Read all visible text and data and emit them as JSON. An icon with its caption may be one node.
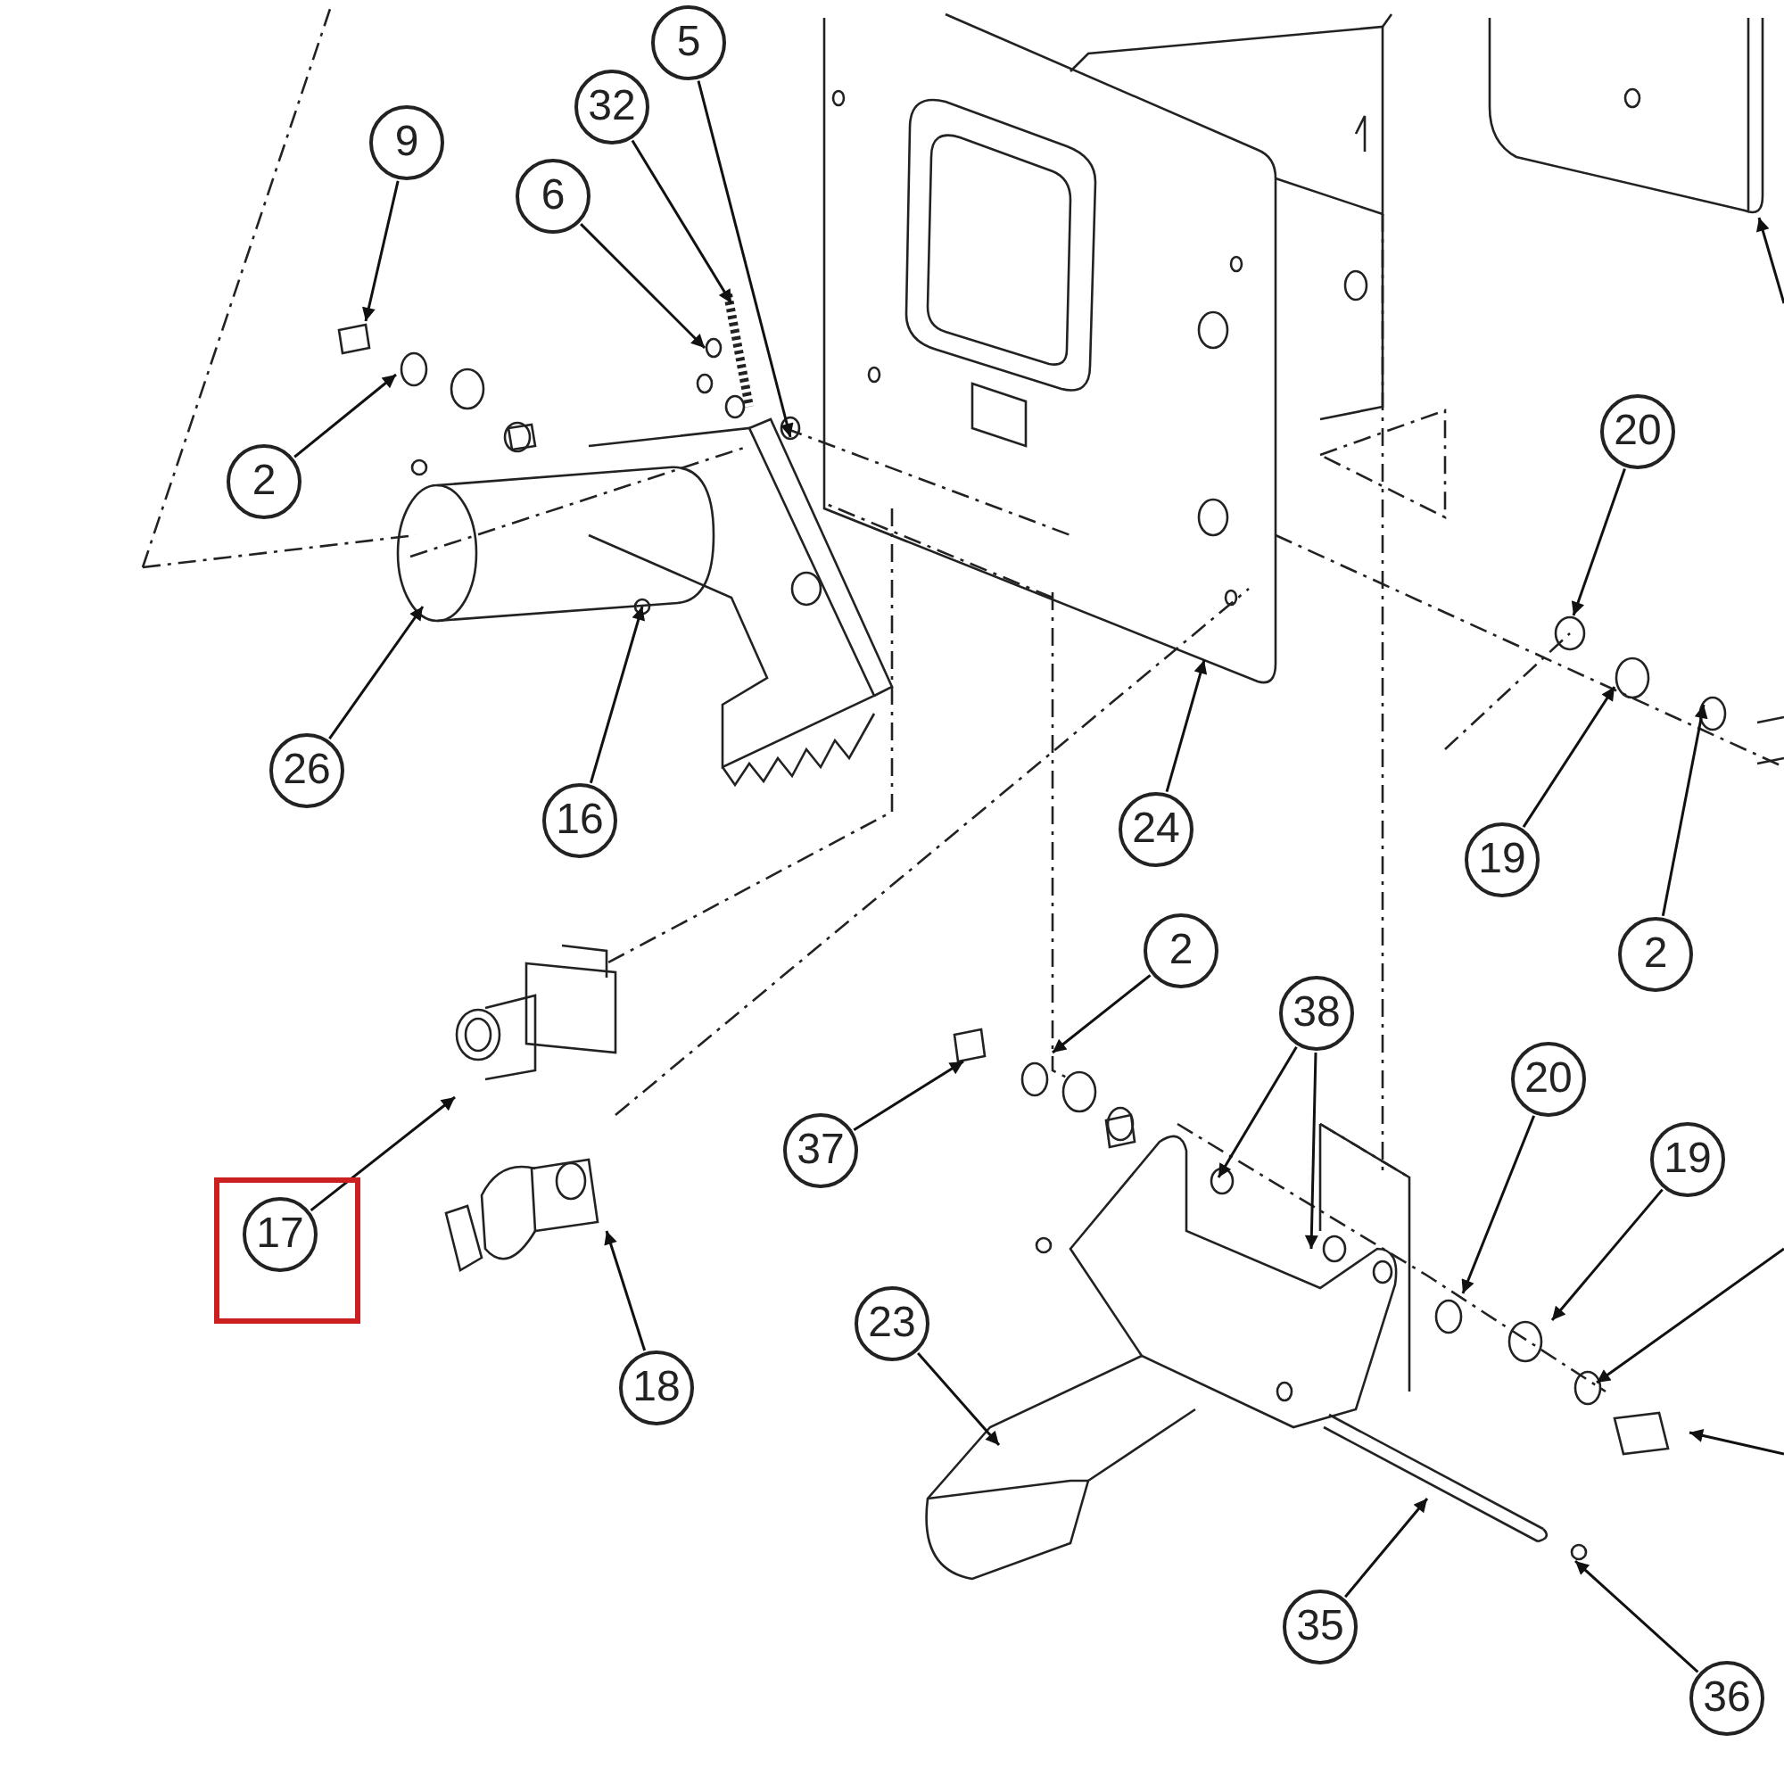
{
  "diagram": {
    "nodes": [
      {
        "text": [
          "5"
        ]
      },
      {
        "text": [
          "9"
        ]
      },
      {
        "text": [
          "32"
        ]
      },
      {
        "text": [
          "6"
        ]
      },
      {
        "text": [
          "2"
        ]
      },
      {
        "text": [
          "20"
        ]
      },
      {
        "text": [
          "26"
        ]
      },
      {
        "text": [
          "16"
        ]
      },
      {
        "text": [
          "24"
        ]
      },
      {
        "text": [
          "19"
        ]
      },
      {
        "text": [
          "2"
        ]
      },
      {
        "text": [
          "2"
        ]
      },
      {
        "text": [
          "38"
        ]
      },
      {
        "text": [
          "37"
        ]
      },
      {
        "text": [
          "20"
        ]
      },
      {
        "text": [
          "19"
        ]
      },
      {
        "text": [],
        "shape": "box"
      },
      {
        "text": [
          "17"
        ],
        "in": 16
      },
      {
        "text": [
          "18"
        ]
      },
      {
        "text": [
          "23"
        ]
      },
      {
        "text": [
          "35"
        ]
      },
      {
        "text": [
          "36"
        ]
      }
    ],
    "edges": [
      {
        "from": 0,
        "to": null,
        "arrow": "to"
      },
      {
        "from": 1,
        "to": null,
        "arrow": "to"
      },
      {
        "from": 2,
        "to": null,
        "arrow": "to"
      },
      {
        "from": 3,
        "to": null,
        "arrow": "to"
      },
      {
        "from": 4,
        "to": null,
        "arrow": "to"
      },
      {
        "from": 5,
        "to": null,
        "arrow": "to"
      },
      {
        "from": 6,
        "to": null,
        "arrow": "to"
      },
      {
        "from": 7,
        "to": null,
        "arrow": "to"
      },
      {
        "from": 8,
        "to": null,
        "arrow": "to"
      },
      {
        "from": 9,
        "to": null,
        "arrow": "to"
      },
      {
        "from": 10,
        "to": null,
        "arrow": "to"
      },
      {
        "from": 11,
        "to": null,
        "arrow": "to"
      },
      {
        "from": 12,
        "to": null,
        "arrow": "to"
      },
      {
        "from": 12,
        "to": null,
        "arrow": "to"
      },
      {
        "from": 13,
        "to": null,
        "arrow": "to"
      },
      {
        "from": 14,
        "to": null,
        "arrow": "to"
      },
      {
        "from": 15,
        "to": null,
        "arrow": "to"
      },
      {
        "from": 17,
        "to": null,
        "arrow": "to"
      },
      {
        "from": 18,
        "to": null,
        "arrow": "to"
      },
      {
        "from": 19,
        "to": null,
        "arrow": "to"
      },
      {
        "from": 20,
        "to": null,
        "arrow": "to"
      },
      {
        "from": 21,
        "to": null,
        "arrow": "to"
      }
    ]
  }
}
